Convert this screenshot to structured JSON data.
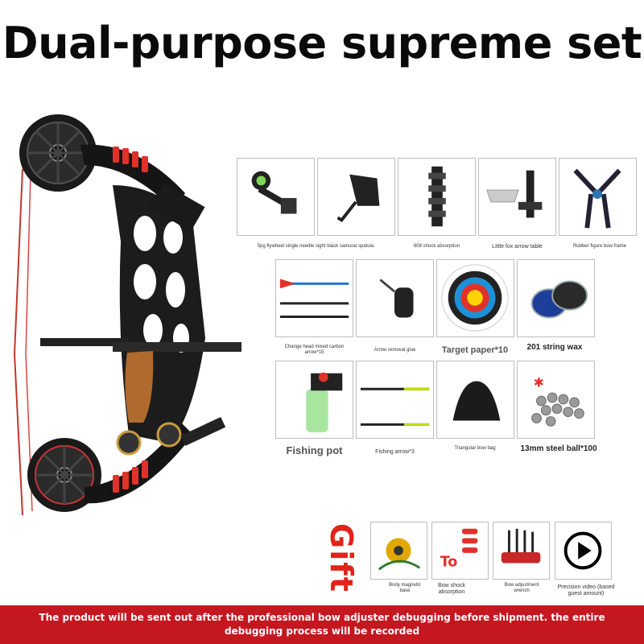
{
  "title": "Dual-purpose supreme set",
  "accessories_row1": [
    {
      "label": "5pg flywheel single needle sight",
      "icon": "bow-sight-icon"
    },
    {
      "label": "black samurai spatula",
      "icon": "release-aid-icon"
    },
    {
      "label": "608 shock absorption",
      "icon": "stabilizer-icon"
    },
    {
      "label": "Little fox arrow table",
      "icon": "arrow-rest-icon"
    },
    {
      "label": "Rubber figure bow frame",
      "icon": "bow-stand-icon"
    }
  ],
  "accessories_row2": [
    {
      "label": "Change head mixed carbon arrow*15",
      "icon": "carbon-arrow-icon"
    },
    {
      "label": "Arrow removal glue",
      "icon": "arrow-puller-icon"
    },
    {
      "label": "Target paper*10",
      "icon": "target-paper-icon"
    },
    {
      "label": "201 string wax",
      "icon": "string-wax-icon"
    }
  ],
  "accessories_row3": [
    {
      "label": "Fishing pot",
      "icon": "fishing-reel-bottle-icon"
    },
    {
      "label": "Fishing arrow*3",
      "icon": "fishing-arrow-icon"
    },
    {
      "label": "Triangular bow bag",
      "icon": "bow-bag-icon"
    },
    {
      "label": "13mm steel ball*100",
      "icon": "steel-balls-icon"
    }
  ],
  "gift_label": "Gift",
  "gifts": [
    {
      "label": "Body magnetic base",
      "icon": "magnetic-base-icon"
    },
    {
      "label": "Bow shock absorption",
      "icon": "shock-absorber-icon",
      "overlay": "To"
    },
    {
      "label": "Bow adjustment wrench",
      "icon": "hex-wrench-set-icon"
    },
    {
      "label": "Precision video (based guest amount)",
      "icon": "play-video-icon"
    }
  ],
  "footer_note": "The product will be sent out after the professional bow adjuster debugging before shipment. the entire debugging process will be recorded",
  "colors": {
    "accent_red": "#c5171f",
    "gift_red": "#e2231a",
    "arrow_blue": "#1e78d2"
  }
}
